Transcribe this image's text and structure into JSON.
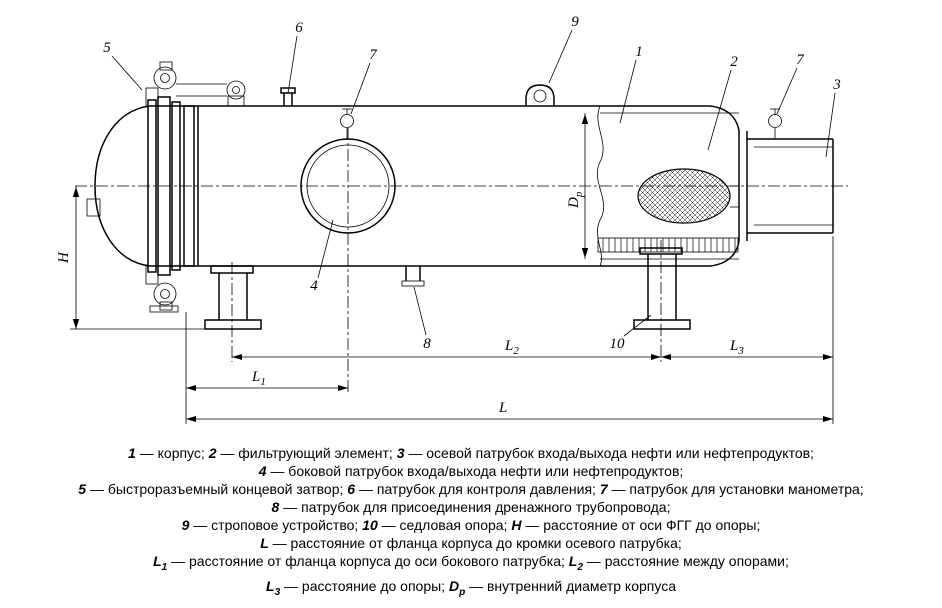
{
  "figure": {
    "callouts": [
      {
        "label": "5"
      },
      {
        "label": "6"
      },
      {
        "label": "7"
      },
      {
        "label": "9"
      },
      {
        "label": "1"
      },
      {
        "label": "2"
      },
      {
        "label": "7"
      },
      {
        "label": "3"
      },
      {
        "label": "4"
      },
      {
        "label": "8"
      },
      {
        "label": "10"
      }
    ],
    "dimensions": {
      "H": {
        "sym": "H",
        "sub": ""
      },
      "Dp": {
        "sym": "D",
        "sub": "p"
      },
      "L": {
        "sym": "L",
        "sub": ""
      },
      "L1": {
        "sym": "L",
        "sub": "1"
      },
      "L2": {
        "sym": "L",
        "sub": "2"
      },
      "L3": {
        "sym": "L",
        "sub": "3"
      }
    }
  },
  "legend": {
    "lines": [
      {
        "parts": [
          {
            "sym": "1",
            "sub": "",
            "text": " — корпус; "
          },
          {
            "sym": "2",
            "sub": "",
            "text": " — фильтрующий элемент; "
          },
          {
            "sym": "3",
            "sub": "",
            "text": " — осевой патрубок входа/выхода нефти или нефтепродуктов;"
          }
        ]
      },
      {
        "parts": [
          {
            "sym": "4",
            "sub": "",
            "text": " — боковой патрубок входа/выхода нефти или нефтепродуктов;"
          }
        ]
      },
      {
        "parts": [
          {
            "sym": "5",
            "sub": "",
            "text": " — быстроразъемный концевой затвор; "
          },
          {
            "sym": "6",
            "sub": "",
            "text": " — патрубок для контроля давления; "
          },
          {
            "sym": "7",
            "sub": "",
            "text": " — патрубок для установки манометра;"
          }
        ]
      },
      {
        "parts": [
          {
            "sym": "8",
            "sub": "",
            "text": " — патрубок для присоединения дренажного трубопровода;"
          }
        ]
      },
      {
        "parts": [
          {
            "sym": "9",
            "sub": "",
            "text": " — строповое устройство; "
          },
          {
            "sym": "10",
            "sub": "",
            "text": " — седловая опора; "
          },
          {
            "sym": "H",
            "sub": "",
            "text": " — расстояние от оси ФГГ до опоры;"
          }
        ]
      },
      {
        "parts": [
          {
            "sym": "L",
            "sub": "",
            "text": " — расстояние от фланца корпуса до кромки осевого патрубка;"
          }
        ]
      },
      {
        "parts": [
          {
            "sym": "L",
            "sub": "1",
            "text": " — расстояние от фланца корпуса до оси бокового патрубка; "
          },
          {
            "sym": "L",
            "sub": "2",
            "text": " — расстояние между опорами;"
          }
        ]
      },
      {
        "parts": [
          {
            "sym": "L",
            "sub": "3",
            "text": " — расстояние до опоры; "
          },
          {
            "sym": "D",
            "sub": "p",
            "text": " — внутренний диаметр корпуса"
          }
        ]
      }
    ]
  }
}
